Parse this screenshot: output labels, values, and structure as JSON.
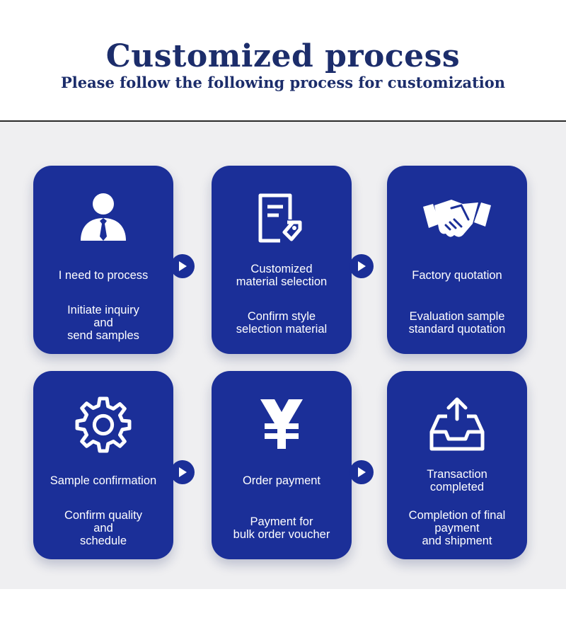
{
  "header": {
    "title": "Customized process",
    "subtitle": "Please follow the following process for customization"
  },
  "steps": [
    {
      "icon": "person-tie-icon",
      "label": [
        "I need to process"
      ],
      "description": [
        "Initiate inquiry",
        "and",
        "send samples"
      ]
    },
    {
      "icon": "document-tag-icon",
      "label": [
        "Customized",
        "material selection"
      ],
      "description": [
        "Confirm style",
        "selection material"
      ]
    },
    {
      "icon": "handshake-icon",
      "label": [
        "Factory quotation"
      ],
      "description": [
        "Evaluation sample",
        "standard quotation"
      ]
    },
    {
      "icon": "gear-icon",
      "label": [
        "Sample confirmation"
      ],
      "description": [
        "Confirm quality",
        "and",
        "schedule"
      ]
    },
    {
      "icon": "yen-icon",
      "label": [
        "Order payment"
      ],
      "description": [
        "Payment for",
        "bulk order voucher"
      ]
    },
    {
      "icon": "inbox-upload-icon",
      "label": [
        "Transaction",
        "completed"
      ],
      "description": [
        "Completion of final",
        "payment",
        "and shipment"
      ]
    }
  ],
  "colors": {
    "card": "#1b2f98",
    "title": "#1c2d6b",
    "panel": "#efeff1",
    "text": "#ffffff"
  }
}
